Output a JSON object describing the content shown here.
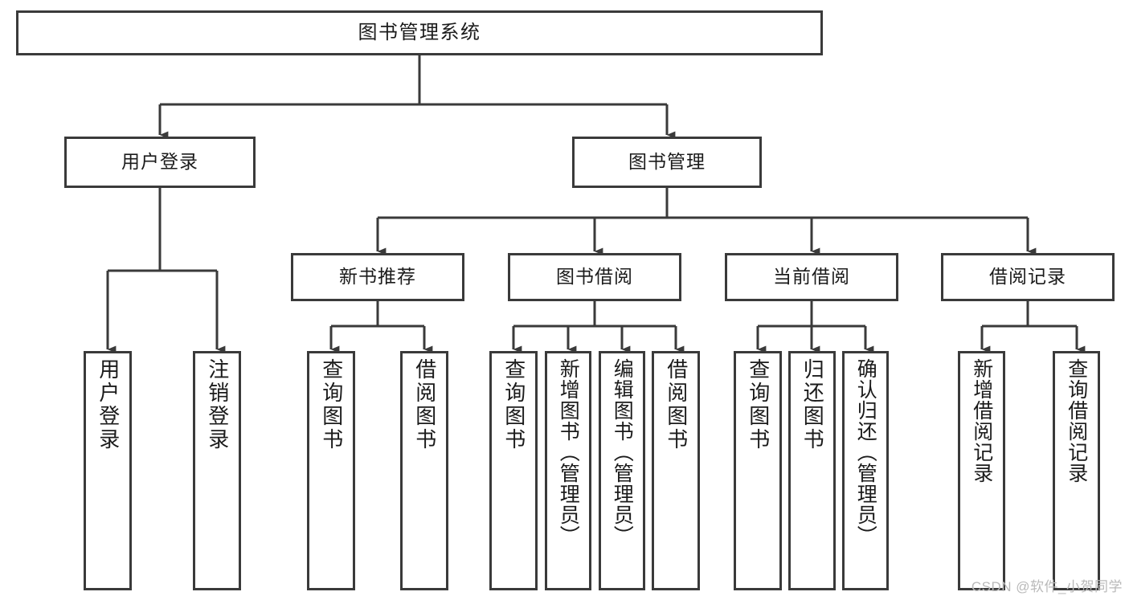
{
  "diagram": {
    "title": "图书管理系统",
    "type": "tree",
    "watermark": "CSDN @软件_小贺同学",
    "colors": {
      "box_border": "#3a3a3a",
      "box_fill": "#ffffff",
      "connector": "#3a3a3a",
      "text": "#1b1b1b",
      "watermark": "#b9b9b9",
      "background": "#ffffff"
    },
    "root": {
      "label": "图书管理系统"
    },
    "level2": [
      {
        "label": "用户登录"
      },
      {
        "label": "图书管理"
      }
    ],
    "level3": [
      {
        "label": "新书推荐"
      },
      {
        "label": "图书借阅"
      },
      {
        "label": "当前借阅"
      },
      {
        "label": "借阅记录"
      }
    ],
    "leaves": {
      "user_login": [
        {
          "label": "用户登录"
        },
        {
          "label": "注销登录"
        }
      ],
      "new_book_recommend": [
        {
          "label": "查询图书"
        },
        {
          "label": "借阅图书"
        }
      ],
      "book_borrow": [
        {
          "label": "查询图书"
        },
        {
          "label": "新增图书（管理员）"
        },
        {
          "label": "编辑图书（管理员）"
        },
        {
          "label": "借阅图书"
        }
      ],
      "current_borrow": [
        {
          "label": "查询图书"
        },
        {
          "label": "归还图书"
        },
        {
          "label": "确认归还（管理员）"
        }
      ],
      "borrow_record": [
        {
          "label": "新增借阅记录"
        },
        {
          "label": "查询借阅记录"
        }
      ]
    }
  }
}
